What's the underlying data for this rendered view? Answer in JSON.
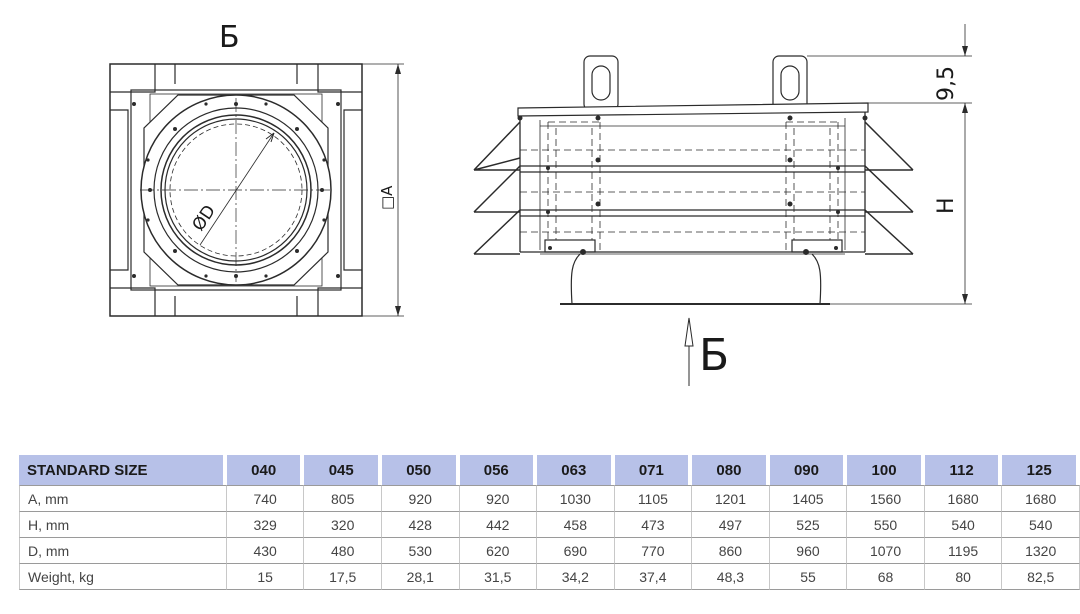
{
  "drawing": {
    "top_view_label": "Б",
    "side_view_label": "Б",
    "dim_square_side": "□A",
    "dim_diameter": "ØD",
    "dim_lug_height": "9,5",
    "dim_height": "H",
    "line_color": "#2b2b2b"
  },
  "table": {
    "header_label": "STANDARD SIZE",
    "header_color": "#b7c1e8",
    "sizes": [
      "040",
      "045",
      "050",
      "056",
      "063",
      "071",
      "080",
      "090",
      "100",
      "112",
      "125"
    ],
    "rows": [
      {
        "label": "A, mm",
        "values": [
          "740",
          "805",
          "920",
          "920",
          "1030",
          "1105",
          "1201",
          "1405",
          "1560",
          "1680",
          "1680"
        ]
      },
      {
        "label": "H, mm",
        "values": [
          "329",
          "320",
          "428",
          "442",
          "458",
          "473",
          "497",
          "525",
          "550",
          "540",
          "540"
        ]
      },
      {
        "label": "D, mm",
        "values": [
          "430",
          "480",
          "530",
          "620",
          "690",
          "770",
          "860",
          "960",
          "1070",
          "1195",
          "1320"
        ]
      },
      {
        "label": "Weight, kg",
        "values": [
          "15",
          "17,5",
          "28,1",
          "31,5",
          "34,2",
          "37,4",
          "48,3",
          "55",
          "68",
          "80",
          "82,5"
        ]
      }
    ]
  }
}
